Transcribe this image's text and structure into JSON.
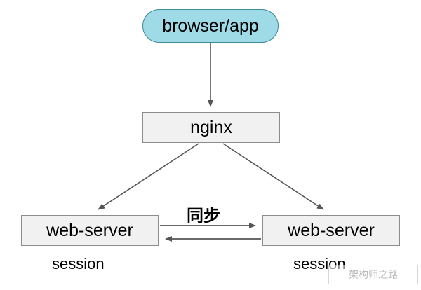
{
  "diagram": {
    "type": "flow-diagram",
    "nodes": [
      {
        "id": "browser",
        "label": "browser/app",
        "shape": "rounded",
        "fill": "#9edbe6",
        "stroke": "#3f8a99"
      },
      {
        "id": "nginx",
        "label": "nginx",
        "shape": "rect",
        "fill": "#f1f1f1",
        "stroke": "#8c8c8c"
      },
      {
        "id": "web-left",
        "label": "web-server",
        "shape": "rect",
        "fill": "#f1f1f1",
        "stroke": "#8c8c8c"
      },
      {
        "id": "web-right",
        "label": "web-server",
        "shape": "rect",
        "fill": "#f1f1f1",
        "stroke": "#8c8c8c"
      }
    ],
    "captions": [
      {
        "id": "session-left",
        "text": "session"
      },
      {
        "id": "session-right",
        "text": "session"
      }
    ],
    "edges": [
      {
        "from": "browser",
        "to": "nginx",
        "label": ""
      },
      {
        "from": "nginx",
        "to": "web-left",
        "label": ""
      },
      {
        "from": "nginx",
        "to": "web-right",
        "label": ""
      },
      {
        "from": "web-left",
        "to": "web-right",
        "label": "同步"
      },
      {
        "from": "web-right",
        "to": "web-left",
        "label": ""
      }
    ],
    "edge_labels": {
      "sync": "同步"
    },
    "colors": {
      "edge": "#555555",
      "text": "#000000",
      "node_fill": "#f1f1f1",
      "highlight_fill": "#9edbe6"
    }
  },
  "watermark": {
    "text": "架构师之路"
  }
}
